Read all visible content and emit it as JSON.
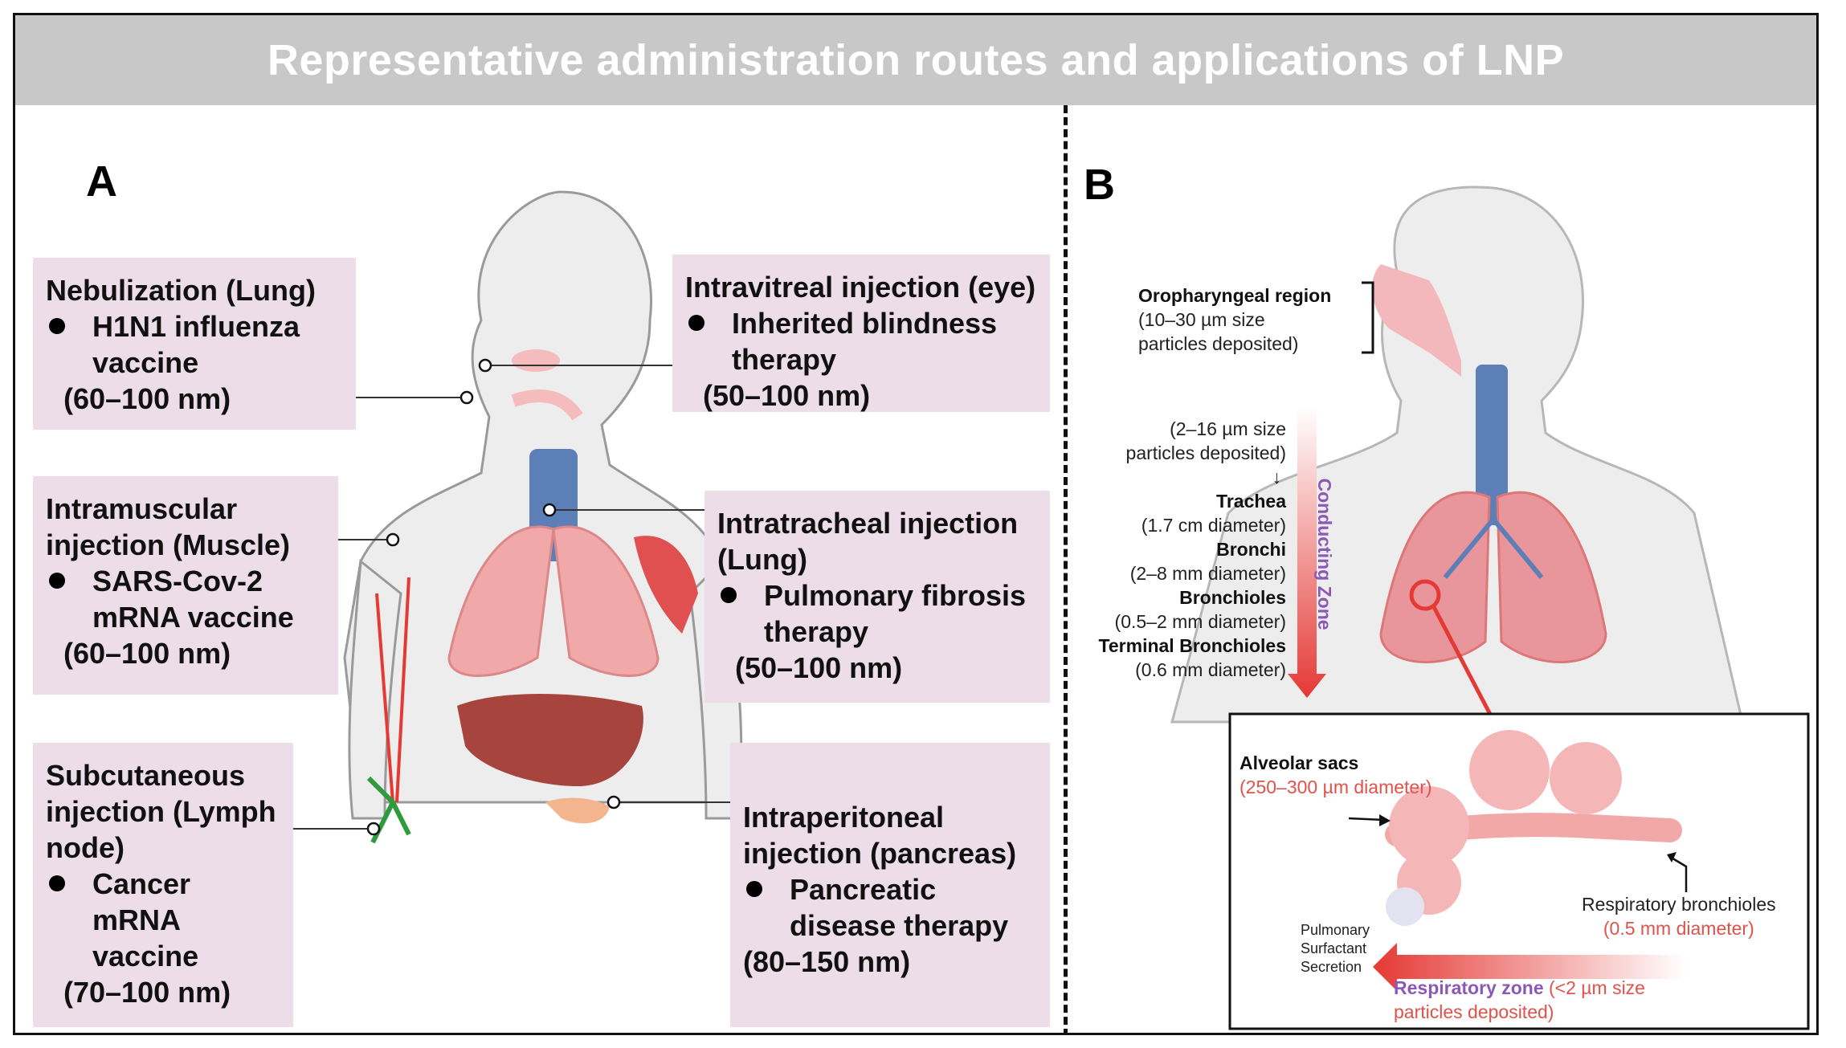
{
  "title": "Representative administration routes and applications of LNP",
  "panel_a": {
    "letter": "A",
    "boxes": [
      {
        "title": "Nebulization (Lung)",
        "bullet": "H1N1 influenza vaccine",
        "size": "(60–100 nm)"
      },
      {
        "title": "Intravitreal injection (eye)",
        "bullet": "Inherited blindness therapy",
        "size": "(50–100 nm)"
      },
      {
        "title": "Intramuscular injection (Muscle)",
        "bullet": "SARS-Cov-2 mRNA vaccine",
        "size": "(60–100 nm)"
      },
      {
        "title": "Intratracheal injection (Lung)",
        "bullet": "Pulmonary fibrosis therapy",
        "size": "(50–100 nm)"
      },
      {
        "title": "Subcutaneous injection (Lymph node)",
        "bullet": "Cancer mRNA vaccine",
        "size": "(70–100 nm)"
      },
      {
        "title": "Intraperitoneal injection (pancreas)",
        "bullet": "Pancreatic disease therapy",
        "size": "(80–150 nm)"
      }
    ]
  },
  "panel_b": {
    "letter": "B",
    "oropharyngeal": {
      "title": "Oropharyngeal region",
      "line1": "(10–30 µm size",
      "line2": "particles deposited)"
    },
    "conducting": {
      "line1": "(2–16 µm size",
      "line2": "particles deposited)",
      "arrow": "↓",
      "trachea": "Trachea",
      "trachea_d": "(1.7 cm diameter)",
      "bronchi": "Bronchi",
      "bronchi_d": "(2–8 mm diameter)",
      "bronchioles": "Bronchioles",
      "bronchioles_d": "(0.5–2 mm diameter)",
      "terminal": "Terminal Bronchioles",
      "terminal_d": "(0.6 mm diameter)",
      "zone_label": "Conducting Zone"
    },
    "inset": {
      "alveolar": "Alveolar sacs",
      "alveolar_d": "(250–300 µm diameter)",
      "resp_bronchioles": "Respiratory bronchioles",
      "resp_bronchioles_d": "(0.5 mm diameter)",
      "surfactant": [
        "Pulmonary",
        "Surfactant",
        "Secretion"
      ],
      "resp_zone": "Respiratory zone",
      "resp_zone_d1": "(<2 µm size",
      "resp_zone_d2": "particles deposited)"
    }
  },
  "colors": {
    "header_bg": "#c8c8c8",
    "box_bg": "#ecdde8",
    "accent_red": "#e0524a",
    "purple": "#8c58b8",
    "airway_blue": "#5b7fb6"
  }
}
